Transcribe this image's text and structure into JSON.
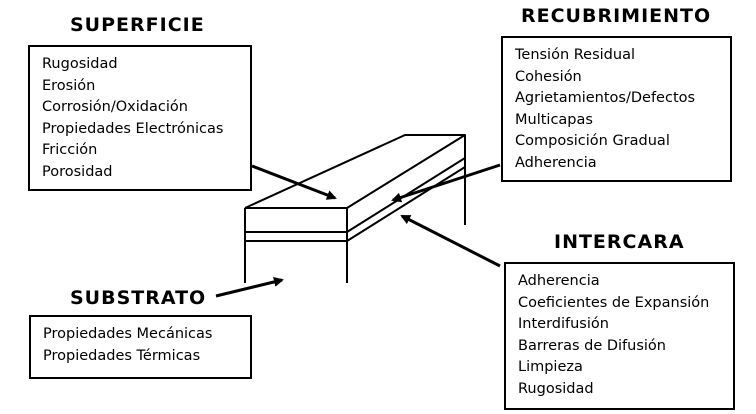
{
  "superficie": {
    "title": "SUPERFICIE",
    "items": [
      "Rugosidad",
      "Erosión",
      "Corrosión/Oxidación",
      "Propiedades Electrónicas",
      "Fricción",
      "Porosidad"
    ]
  },
  "recubrimiento": {
    "title": "RECUBRIMIENTO",
    "items": [
      "Tensión Residual",
      "Cohesión",
      "Agrietamientos/Defectos",
      "Multicapas",
      "Composición Gradual",
      "Adherencia"
    ]
  },
  "intercara": {
    "title": "INTERCARA",
    "items": [
      "Adherencia",
      "Coeficientes de Expansión",
      "Interdifusión",
      "Barreras de Difusión",
      "Limpieza",
      "Rugosidad"
    ]
  },
  "substrato": {
    "title": "SUBSTRATO",
    "items": [
      "Propiedades Mecánicas",
      "Propiedades Térmicas"
    ]
  }
}
